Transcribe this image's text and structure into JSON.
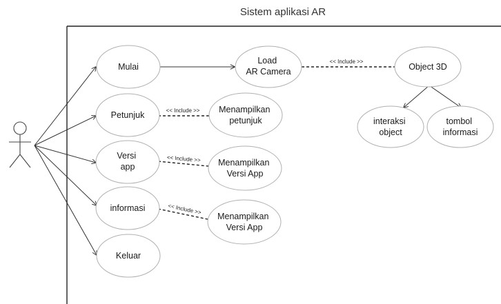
{
  "diagram": {
    "title": "Sistem aplikasi AR",
    "use_cases": {
      "mulai": "Mulai",
      "petunjuk": "Petunjuk",
      "versi_app": [
        "Versi",
        "app"
      ],
      "informasi": "informasi",
      "keluar": "Keluar",
      "load_ar_camera": [
        "Load",
        "AR Camera"
      ],
      "object_3d": "Object 3D",
      "menampilkan_petunjuk": [
        "Menampilkan",
        "petunjuk"
      ],
      "menampilkan_versi_app_1": [
        "Menampilkan",
        "Versi App"
      ],
      "menampilkan_versi_app_2": [
        "Menampilkan",
        "Versi App"
      ],
      "interaksi_object": [
        "interaksi",
        "object"
      ],
      "tombol_informasi": [
        "tombol",
        "informasi"
      ]
    },
    "include_label": "<< Include >>",
    "colors": {
      "line": "#333333",
      "ellipse_stroke": "#b0b0b0",
      "border": "#222222"
    }
  }
}
